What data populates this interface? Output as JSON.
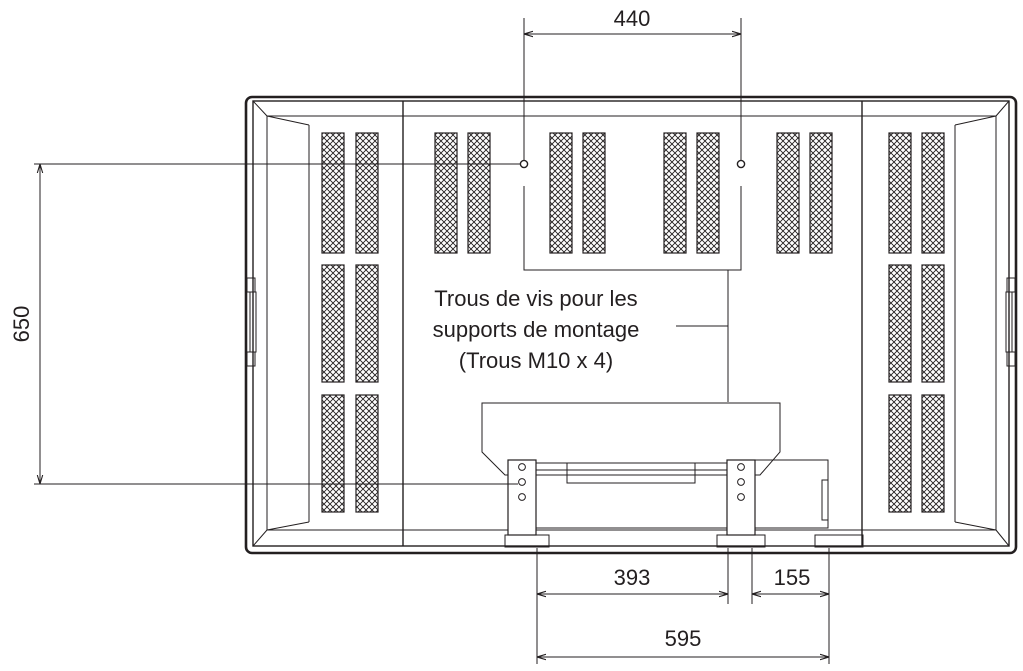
{
  "dimensions": {
    "top_hole_spacing": "440",
    "vertical_hole_spacing": "650",
    "stand_width": "393",
    "stand_offset": "155",
    "stand_total": "595"
  },
  "callout": {
    "lines": [
      "Trous de vis pour les",
      "supports de montage",
      "(Trous M10 x 4)"
    ]
  }
}
